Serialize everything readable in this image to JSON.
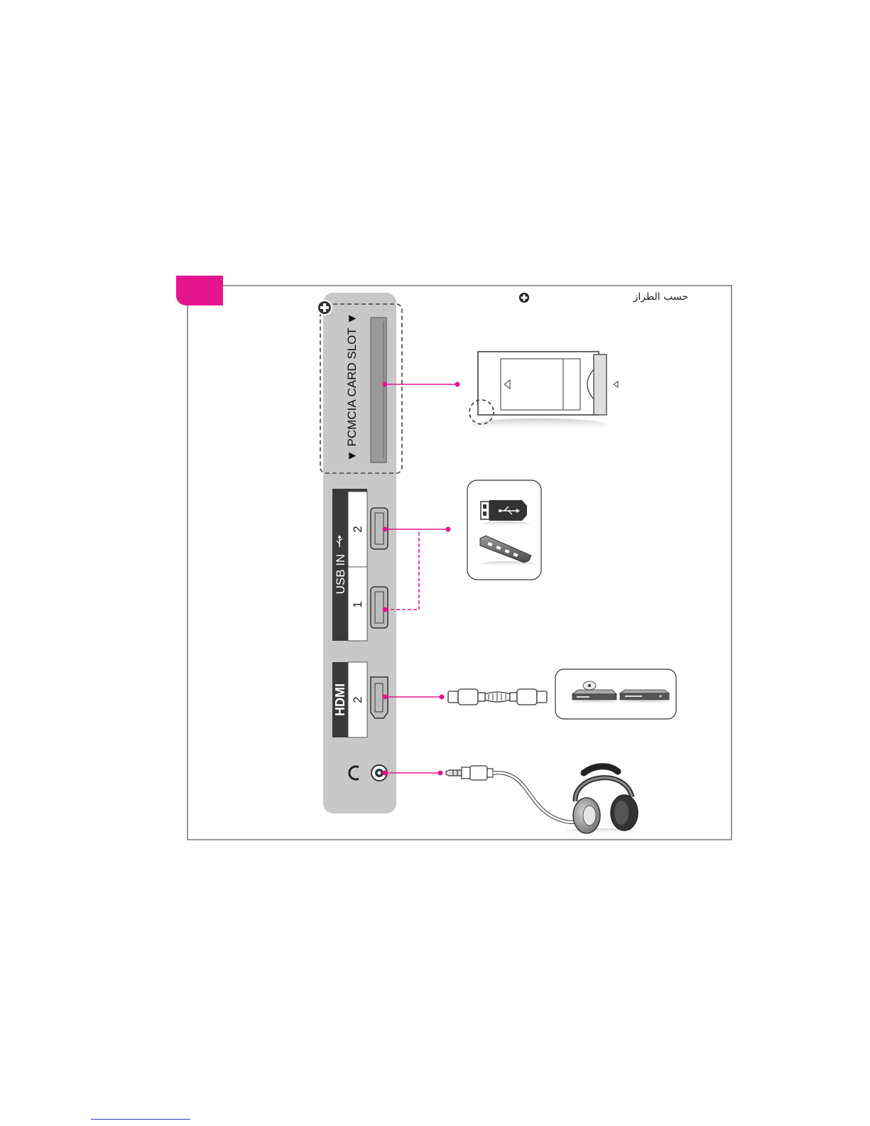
{
  "panel": {
    "model_note": "حسب الطراز",
    "pcmcia_label": "▼ PCMCIA CARD SLOT ▼",
    "usb_label": "USB IN",
    "usb_port_2": "2",
    "usb_port_1": "1",
    "hdmi_logo": "HDMI",
    "hdmi_port": "2"
  },
  "colors": {
    "accent": "#e5168d",
    "panel_gray": "#c8c8c8",
    "dark_block": "#3a3a3a"
  },
  "icons": [
    "plus-circle-icon",
    "cam-card-icon",
    "usb-stick-icon",
    "usb-hub-icon",
    "hdmi-cable-icon",
    "dvd-player-icon",
    "set-top-box-icon",
    "audio-jack-icon",
    "headphones-icon",
    "headphone-symbol-icon"
  ]
}
